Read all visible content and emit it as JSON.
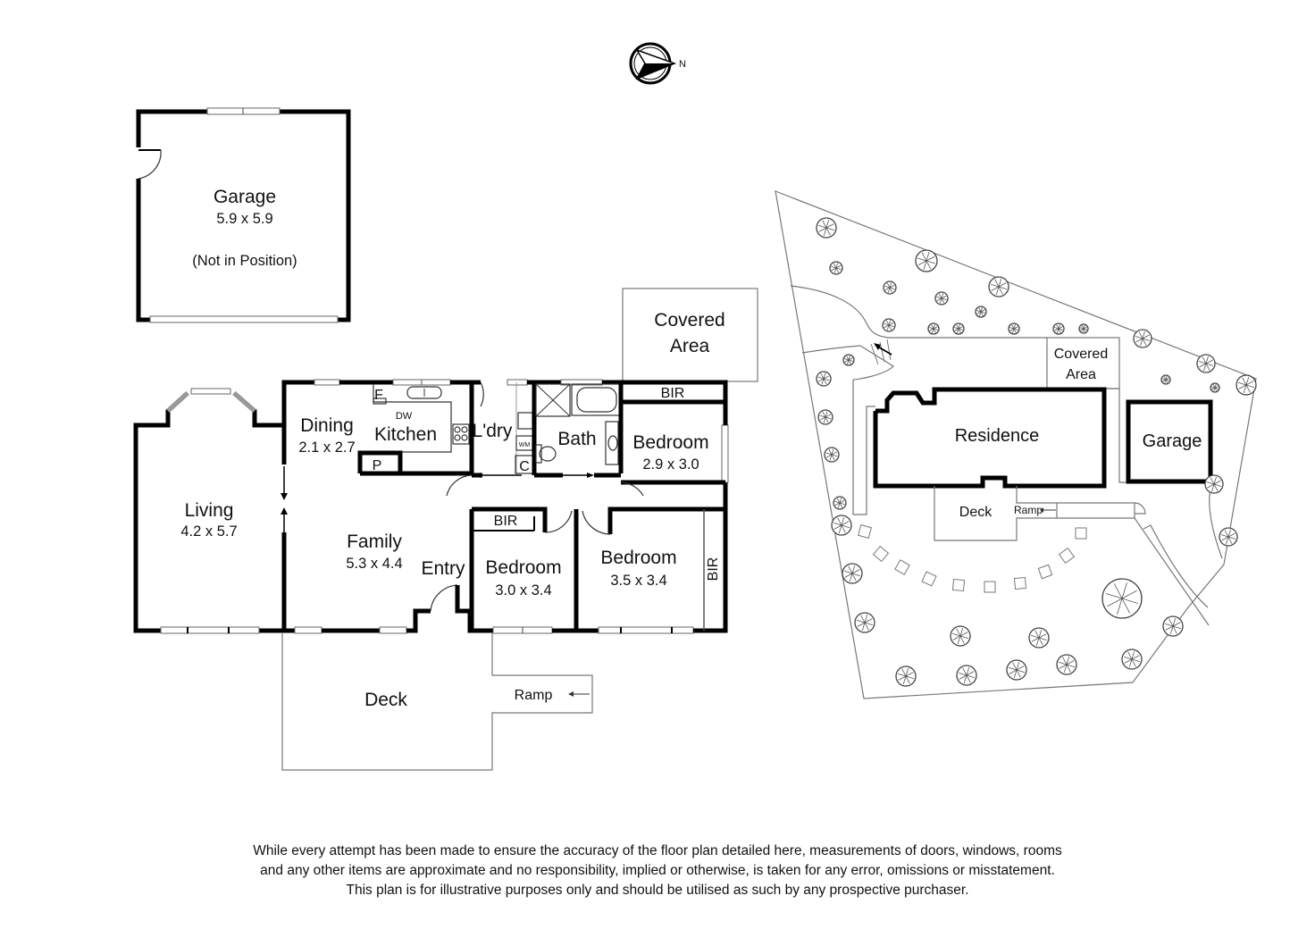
{
  "compass": {
    "icon": "north-arrow-icon",
    "label": "N"
  },
  "floor_plan": {
    "garage": {
      "name": "Garage",
      "dims": "5.9 x 5.9",
      "note": "(Not in Position)"
    },
    "covered_area": {
      "line1": "Covered",
      "line2": "Area"
    },
    "rooms": {
      "living": {
        "name": "Living",
        "dims": "4.2 x 5.7"
      },
      "dining": {
        "name": "Dining",
        "dims": "2.1 x 2.7"
      },
      "kitchen": {
        "name": "Kitchen"
      },
      "family": {
        "name": "Family",
        "dims": "5.3 x 4.4"
      },
      "entry": {
        "name": "Entry"
      },
      "laundry": {
        "name": "L'dry"
      },
      "bath": {
        "name": "Bath"
      },
      "bedroom1": {
        "name": "Bedroom",
        "dims": "2.9 x 3.0"
      },
      "bedroom2": {
        "name": "Bedroom",
        "dims": "3.0 x 3.4"
      },
      "bedroom3": {
        "name": "Bedroom",
        "dims": "3.5 x 3.4"
      },
      "deck": {
        "name": "Deck"
      },
      "ramp": {
        "name": "Ramp"
      }
    },
    "fixtures": {
      "fridge": "F",
      "dishwasher": "DW",
      "pantry": "P",
      "washing_machine": "WM",
      "cupboard": "C",
      "bir": "BIR"
    }
  },
  "site_plan": {
    "covered_area": {
      "line1": "Covered",
      "line2": "Area"
    },
    "residence": "Residence",
    "garage": "Garage",
    "deck": "Deck",
    "ramp": "Ramp"
  },
  "disclaimer": [
    "While every attempt has been made to ensure the accuracy of the floor plan detailed here, measurements of doors, windows, rooms",
    "and any other items are approximate and no responsibility, implied or otherwise, is taken for any error, omissions or misstatement.",
    "This plan is for illustrative purposes only and should be utilised as such by any prospective purchaser."
  ]
}
